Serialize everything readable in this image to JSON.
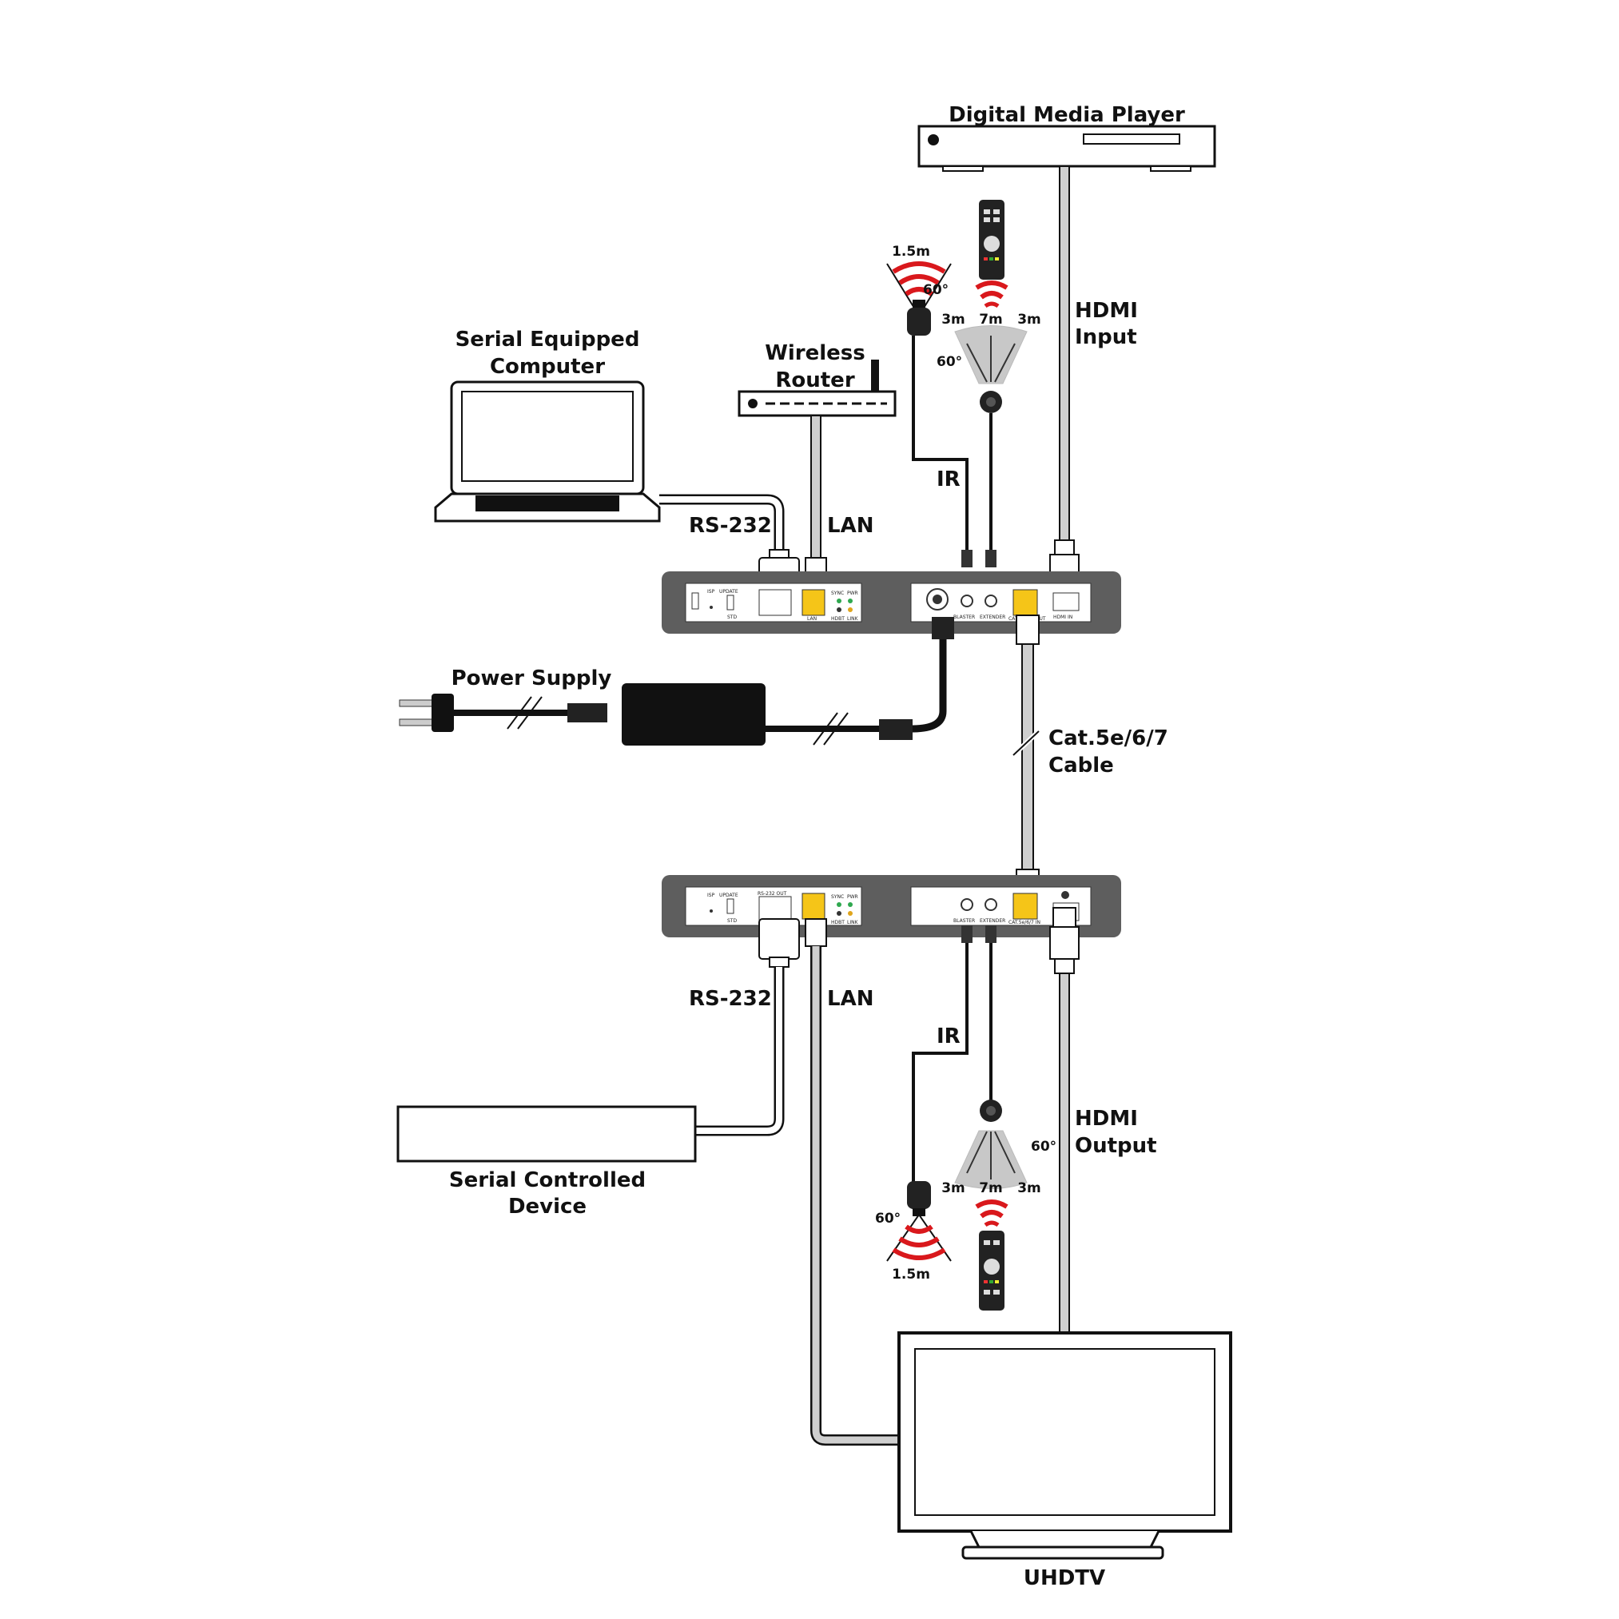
{
  "labels": {
    "media_player": "Digital Media Player",
    "hdmi_input_1": "HDMI",
    "hdmi_input_2": "Input",
    "computer_1": "Serial Equipped",
    "computer_2": "Computer",
    "router_1": "Wireless",
    "router_2": "Router",
    "rs232_top": "RS-232",
    "lan_top": "LAN",
    "ir_top": "IR",
    "power_supply": "Power Supply",
    "cable_1": "Cat.5e/6/7",
    "cable_2": "Cable",
    "rs232_bottom": "RS-232",
    "lan_bottom": "LAN",
    "ir_bottom": "IR",
    "hdmi_output_1": "HDMI",
    "hdmi_output_2": "Output",
    "serial_device_1": "Serial Controlled",
    "serial_device_2": "Device",
    "uhdtv": "UHDTV"
  },
  "ir_specs": {
    "blaster_range": "1.5m",
    "blaster_angle": "60°",
    "extender_side_left": "3m",
    "extender_center": "7m",
    "extender_side_right": "3m",
    "extender_angle": "60°"
  },
  "panel_labels": {
    "isp": "ISP",
    "update": "UPDATE",
    "std": "STD",
    "lan": "LAN",
    "sync": "SYNC",
    "pwr": "PWR",
    "hdbt_link": "HDBT",
    "link": "LINK",
    "blaster": "BLASTER",
    "extender": "EXTENDER",
    "hdmi_in": "HDMI IN",
    "cat_out": "CAT.5e/6/7 OUT",
    "cat_in": "CAT.5e/6/7 IN",
    "rs232_out": "RS-232 OUT"
  },
  "colors": {
    "unit_body": "#5e5e5e",
    "cable_fill": "#cfcfcf",
    "ir_red": "#d9181c",
    "led_green": "#2fa84f",
    "led_amber": "#e0a51c",
    "rj45_yellow": "#f5c518"
  }
}
